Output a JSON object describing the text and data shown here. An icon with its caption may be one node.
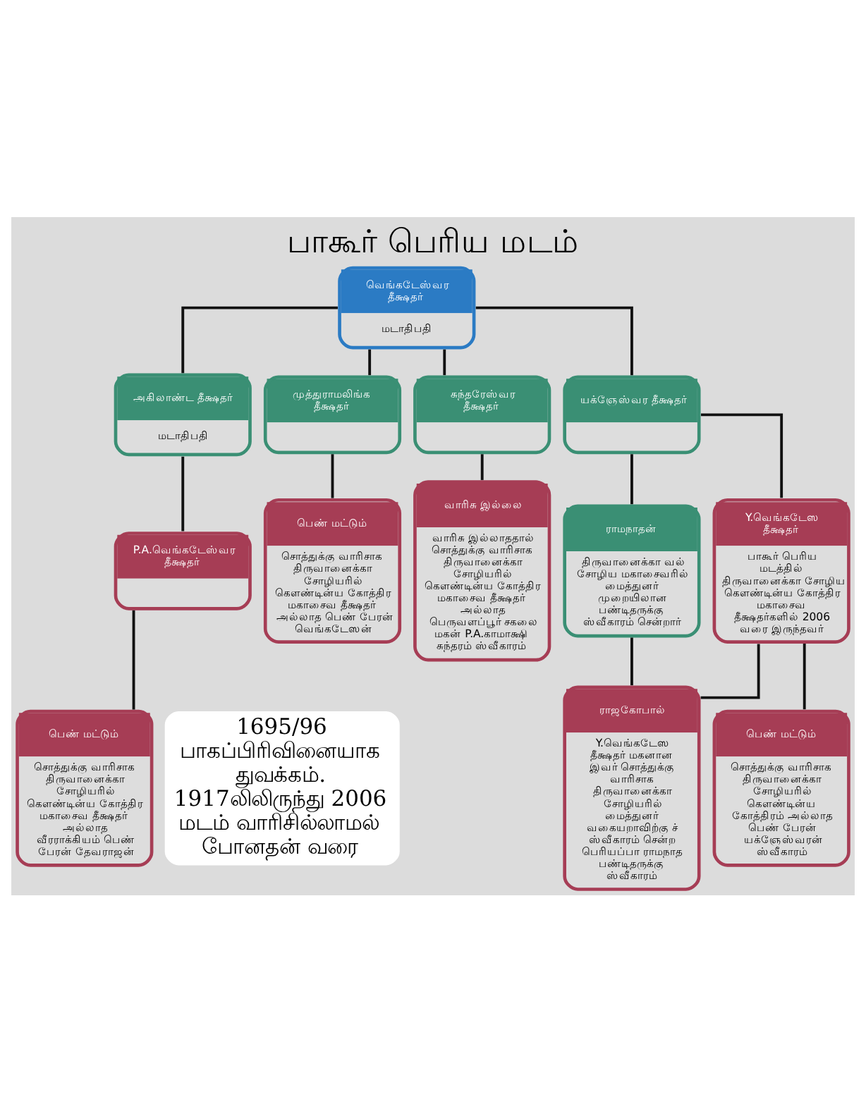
{
  "diagram": {
    "title": "பாகூர் பெரிய மடம்",
    "nodes": [
      {
        "text": [
          "வெங்கடேஸ்வர தீக்ஷதர்",
          "மடாதிபதி"
        ]
      },
      {
        "text": [
          "அகிலாண்ட தீக்ஷதர்",
          "மடாதிபதி"
        ]
      },
      {
        "text": [
          "முத்துராமலிங்க தீக்ஷதர்"
        ]
      },
      {
        "text": [
          "சுந்தரேஸ்வர தீக்ஷதர்"
        ]
      },
      {
        "text": [
          "யக்ஞேஸ்வர தீக்ஷதர்"
        ]
      },
      {
        "text": [
          "P.A.வெங்கடேஸ்வர தீக்ஷதர்"
        ]
      },
      {
        "text": [
          "பெண் மட்டும்",
          "சொத்துக்கு வாரிசாக திருவானைக்கா சோழியரில் கௌண்டின்ய கோத்திர மகாசைவ தீக்ஷதர் அல்லாத பெண் பேரன் வெங்கடேஸன்"
        ]
      },
      {
        "text": [
          "வாரிசு இல்லை",
          "வாரிசு இல்லாததால் சொத்துக்கு வாரிசாக திருவானைக்கா சோழியரில் கௌண்டின்ய கோத்திர மகாசைவ தீக்ஷதர் அல்லாத பெருவளப்பூர் சகலை மகன் P.A.காமாக்ஷி சுந்தரம் ஸ்வீகாரம்"
        ]
      },
      {
        "text": [
          "ராமநாதன்",
          "திருவானைக்கா வல் சோழிய மகாசைவரில் மைத்துனர் முறையிலான பண்டிதருக்கு ஸ்வீகாரம் சென்றார்"
        ]
      },
      {
        "text": [
          "Y.வெங்கடேஸ தீக்ஷதர்",
          "பாகூர் பெரிய மடத்தில் திருவானைக்கா சோழிய கௌண்டின்ய கோத்திர மகாசைவ தீக்ஷதர்களில் 2006 வரை இருந்தவர்"
        ]
      },
      {
        "text": [
          "பெண் மட்டும்",
          "சொத்துக்கு வாரிசாக திருவானைக்கா சோழியரில் கௌண்டின்ய கோத்திர மகாசைவ தீக்ஷதர் அல்லாத வீரராக்கியம் பெண் பேரன் தேவராஜன்"
        ]
      },
      {
        "text": [
          "ராஜகோபால்",
          "Y.வெங்கடேஸ தீக்ஷதர் மகனான இவர் சொத்துக்கு வாரிசாக திருவானைக்கா சோழியரில் மைத்துனர் வகையறாவிற்கு ச் ஸ்வீகாரம் சென்ற பெரியப்பா ராமநாத பண்டிதருக்கு ஸ்வீகாரம்"
        ]
      },
      {
        "text": [
          "பெண் மட்டும்",
          "சொத்துக்கு வாரிசாக திருவானைக்கா சோழியரில் கௌண்டின்ய கோத்திரம் அல்லாத பெண் பேரன் யக்ஞேஸ்வரன் ஸ்வீகாரம்"
        ]
      }
    ],
    "edges": [
      {
        "from": 0,
        "to": 1,
        "arrow": "none"
      },
      {
        "from": 0,
        "to": 2,
        "arrow": "none"
      },
      {
        "from": 0,
        "to": 3,
        "arrow": "none"
      },
      {
        "from": 0,
        "to": 4,
        "arrow": "none"
      },
      {
        "from": 1,
        "to": 5,
        "arrow": "none"
      },
      {
        "from": 2,
        "to": 6,
        "arrow": "none"
      },
      {
        "from": 3,
        "to": 7,
        "arrow": "none"
      },
      {
        "from": 4,
        "to": 8,
        "arrow": "none"
      },
      {
        "from": 4,
        "to": 9,
        "arrow": "none"
      },
      {
        "from": 5,
        "to": 10,
        "arrow": "none"
      },
      {
        "from": 8,
        "to": 11,
        "arrow": "none"
      },
      {
        "from": 9,
        "to": 11,
        "arrow": "none"
      },
      {
        "from": 9,
        "to": 12,
        "arrow": "none"
      }
    ],
    "labels": [
      "1695/96 பாகப்பிரிவினையாக துவக்கம். 1917லிலிருந்து 2006 மடம் வாரிசில்லாமல் போனதன் வரை"
    ]
  }
}
